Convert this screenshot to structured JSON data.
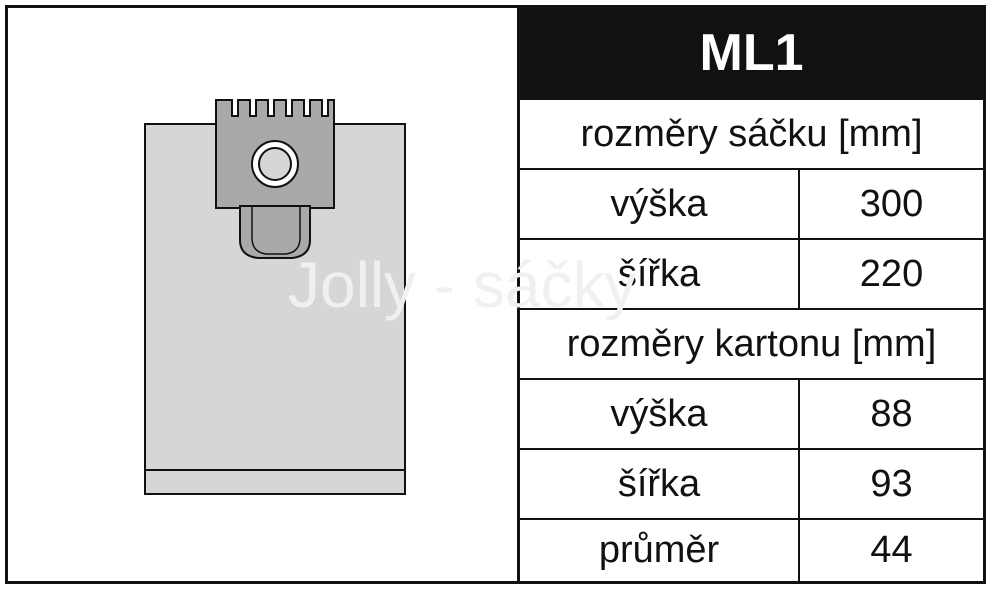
{
  "product": {
    "model": "ML1",
    "watermark": "Jolly - sáčky",
    "bag_illustration_icon": "vacuum-bag-icon"
  },
  "bag_dimensions": {
    "header": "rozměry sáčku [mm]",
    "rows": [
      {
        "label": "výška",
        "value": "300"
      },
      {
        "label": "šířka",
        "value": "220"
      }
    ]
  },
  "carton_dimensions": {
    "header": "rozměry kartonu [mm]",
    "rows": [
      {
        "label": "výška",
        "value": "88"
      },
      {
        "label": "šířka",
        "value": "93"
      },
      {
        "label": "průměr",
        "value": "44"
      }
    ]
  },
  "colors": {
    "border": "#111111",
    "title_bg": "#111111",
    "title_text": "#ffffff",
    "bag_fill": "#d6d6d6",
    "cardboard_fill": "#a9a9a9"
  }
}
